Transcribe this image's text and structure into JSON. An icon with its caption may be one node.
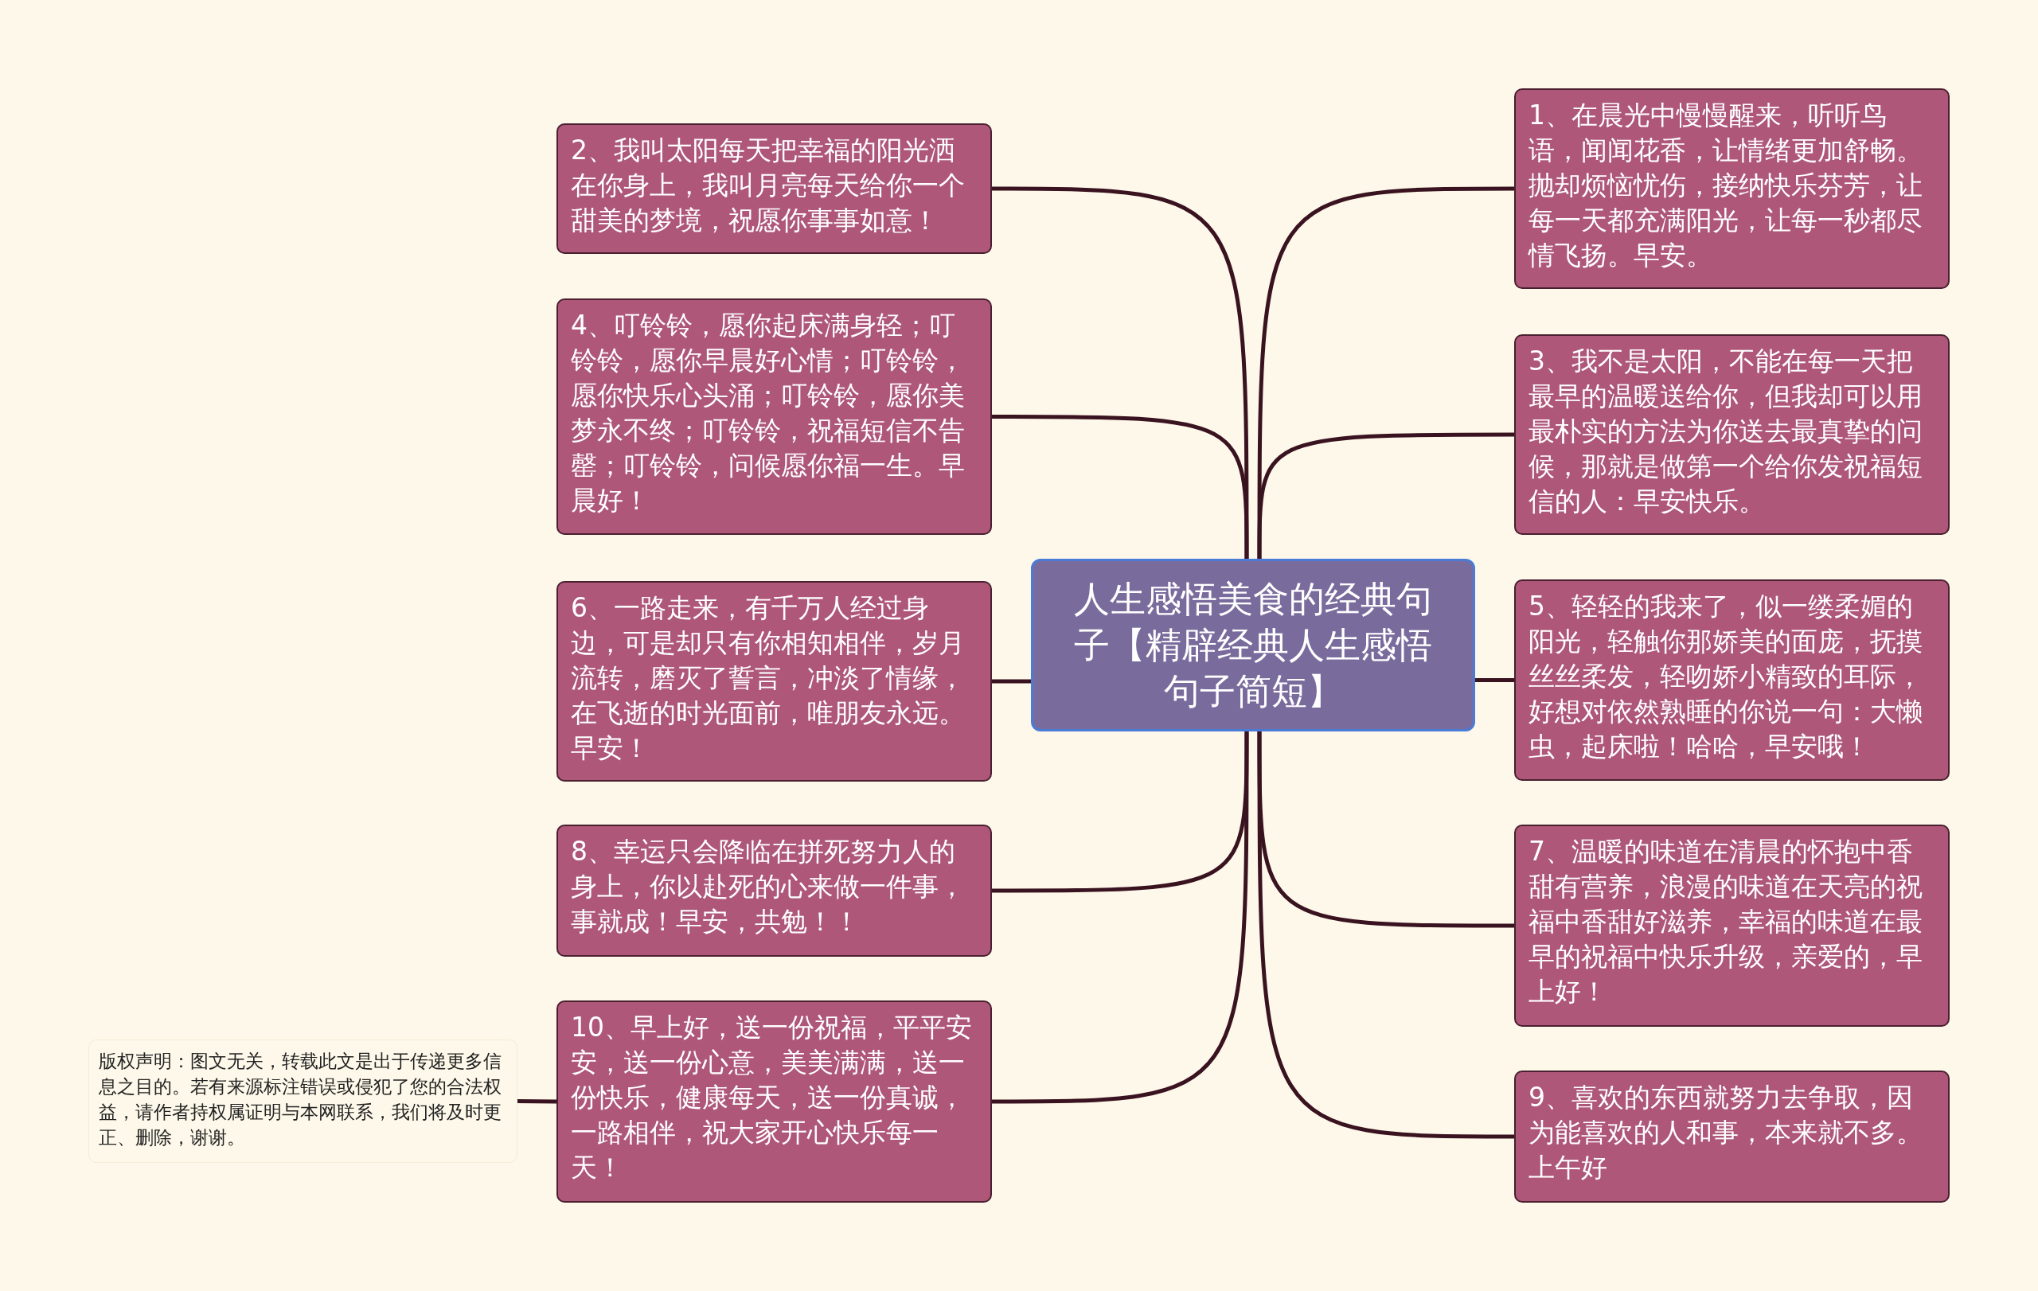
{
  "diagram": {
    "nodes": [
      {
        "text": [
          "人生感悟美食的经典句子【精辟经典人生感悟句子简短】"
        ]
      },
      {
        "text": [
          "1、在晨光中慢慢醒来，听听鸟语，闻闻花香，让情绪更加舒畅。抛却烦恼忧伤，接纳快乐芬芳，让每一天都充满阳光，让每一秒都尽情飞扬。早安。"
        ]
      },
      {
        "text": [
          "2、我叫太阳每天把幸福的阳光洒在你身上，我叫月亮每天给你一个甜美的梦境，祝愿你事事如意！"
        ]
      },
      {
        "text": [
          "3、我不是太阳，不能在每一天把最早的温暖送给你，但我却可以用最朴实的方法为你送去最真挚的问候，那就是做第一个给你发祝福短信的人：早安快乐。"
        ]
      },
      {
        "text": [
          "4、叮铃铃，愿你起床满身轻；叮铃铃，愿你早晨好心情；叮铃铃，愿你快乐心头涌；叮铃铃，愿你美梦永不终；叮铃铃，祝福短信不告罄；叮铃铃，问候愿你福一生。早晨好！"
        ]
      },
      {
        "text": [
          "5、轻轻的我来了，似一缕柔媚的阳光，轻触你那娇美的面庞，抚摸丝丝柔发，轻吻娇小精致的耳际，好想对依然熟睡的你说一句：大懒虫，起床啦！哈哈，早安哦！"
        ]
      },
      {
        "text": [
          "6、一路走来，有千万人经过身边，可是却只有你相知相伴，岁月流转，磨灭了誓言，冲淡了情缘，在飞逝的时光面前，唯朋友永远。早安！"
        ]
      },
      {
        "text": [
          "7、温暖的味道在清晨的怀抱中香甜有营养，浪漫的味道在天亮的祝福中香甜好滋养，幸福的味道在最早的祝福中快乐升级，亲爱的，早上好！"
        ]
      },
      {
        "text": [
          "8、幸运只会降临在拼死努力人的身上，你以赴死的心来做一件事，事就成！早安，共勉！！"
        ]
      },
      {
        "text": [
          "9、喜欢的东西就努力去争取，因为能喜欢的人和事，本来就不多。上午好"
        ]
      },
      {
        "text": [
          "10、早上好，送一份祝福，平平安安，送一份心意，美美满满，送一份快乐，健康每天，送一份真诚，一路相伴，祝大家开心快乐每一天！"
        ]
      },
      {
        "text": [
          "版权声明：图文无关，转载此文是出于传递更多信息之目的。若有来源标注错误或侵犯了您的合法权益，请作者持权属证明与本网联系，我们将及时更正、删除，谢谢。"
        ]
      }
    ],
    "edges": [
      {
        "from": 0,
        "to": 1,
        "arrow": "none"
      },
      {
        "from": 0,
        "to": 2,
        "arrow": "none"
      },
      {
        "from": 0,
        "to": 3,
        "arrow": "none"
      },
      {
        "from": 0,
        "to": 4,
        "arrow": "none"
      },
      {
        "from": 0,
        "to": 5,
        "arrow": "none"
      },
      {
        "from": 0,
        "to": 6,
        "arrow": "none"
      },
      {
        "from": 0,
        "to": 7,
        "arrow": "none"
      },
      {
        "from": 0,
        "to": 8,
        "arrow": "none"
      },
      {
        "from": 0,
        "to": 9,
        "arrow": "none"
      },
      {
        "from": 0,
        "to": 10,
        "arrow": "none"
      },
      {
        "from": 11,
        "to": 10,
        "arrow": "none"
      }
    ]
  }
}
